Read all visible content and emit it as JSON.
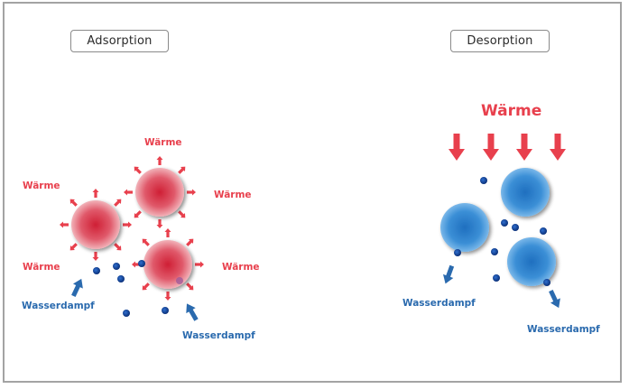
{
  "diagram": {
    "left_panel": {
      "title": "Adsorption",
      "heat_labels": [
        "Wärme",
        "Wärme",
        "Wärme",
        "Wärme",
        "Wärme"
      ],
      "vapor_labels": [
        "Wasserdampf",
        "Wasserdampf"
      ],
      "particle_count": 3,
      "vapor_direction": "inward",
      "heat_direction": "outward"
    },
    "right_panel": {
      "title": "Desorption",
      "heat_label": "Wärme",
      "heat_arrow_count": 4,
      "vapor_labels": [
        "Wasserdampf",
        "Wasserdampf"
      ],
      "particle_count": 3,
      "vapor_direction": "outward",
      "heat_direction": "inward"
    },
    "colors": {
      "heat": "#e8404d",
      "vapor": "#2a6aae",
      "adsorbent_hot": "#d42a3c",
      "adsorbent_cool": "#2f86cf",
      "water_dot": "#0c3f8c",
      "frame": "#a3a3a3"
    },
    "icons": {
      "heat_arrow": "arrow-down-icon",
      "vapor_arrow": "arrow-icon",
      "particle": "sphere-icon",
      "molecule": "water-molecule-icon"
    }
  }
}
